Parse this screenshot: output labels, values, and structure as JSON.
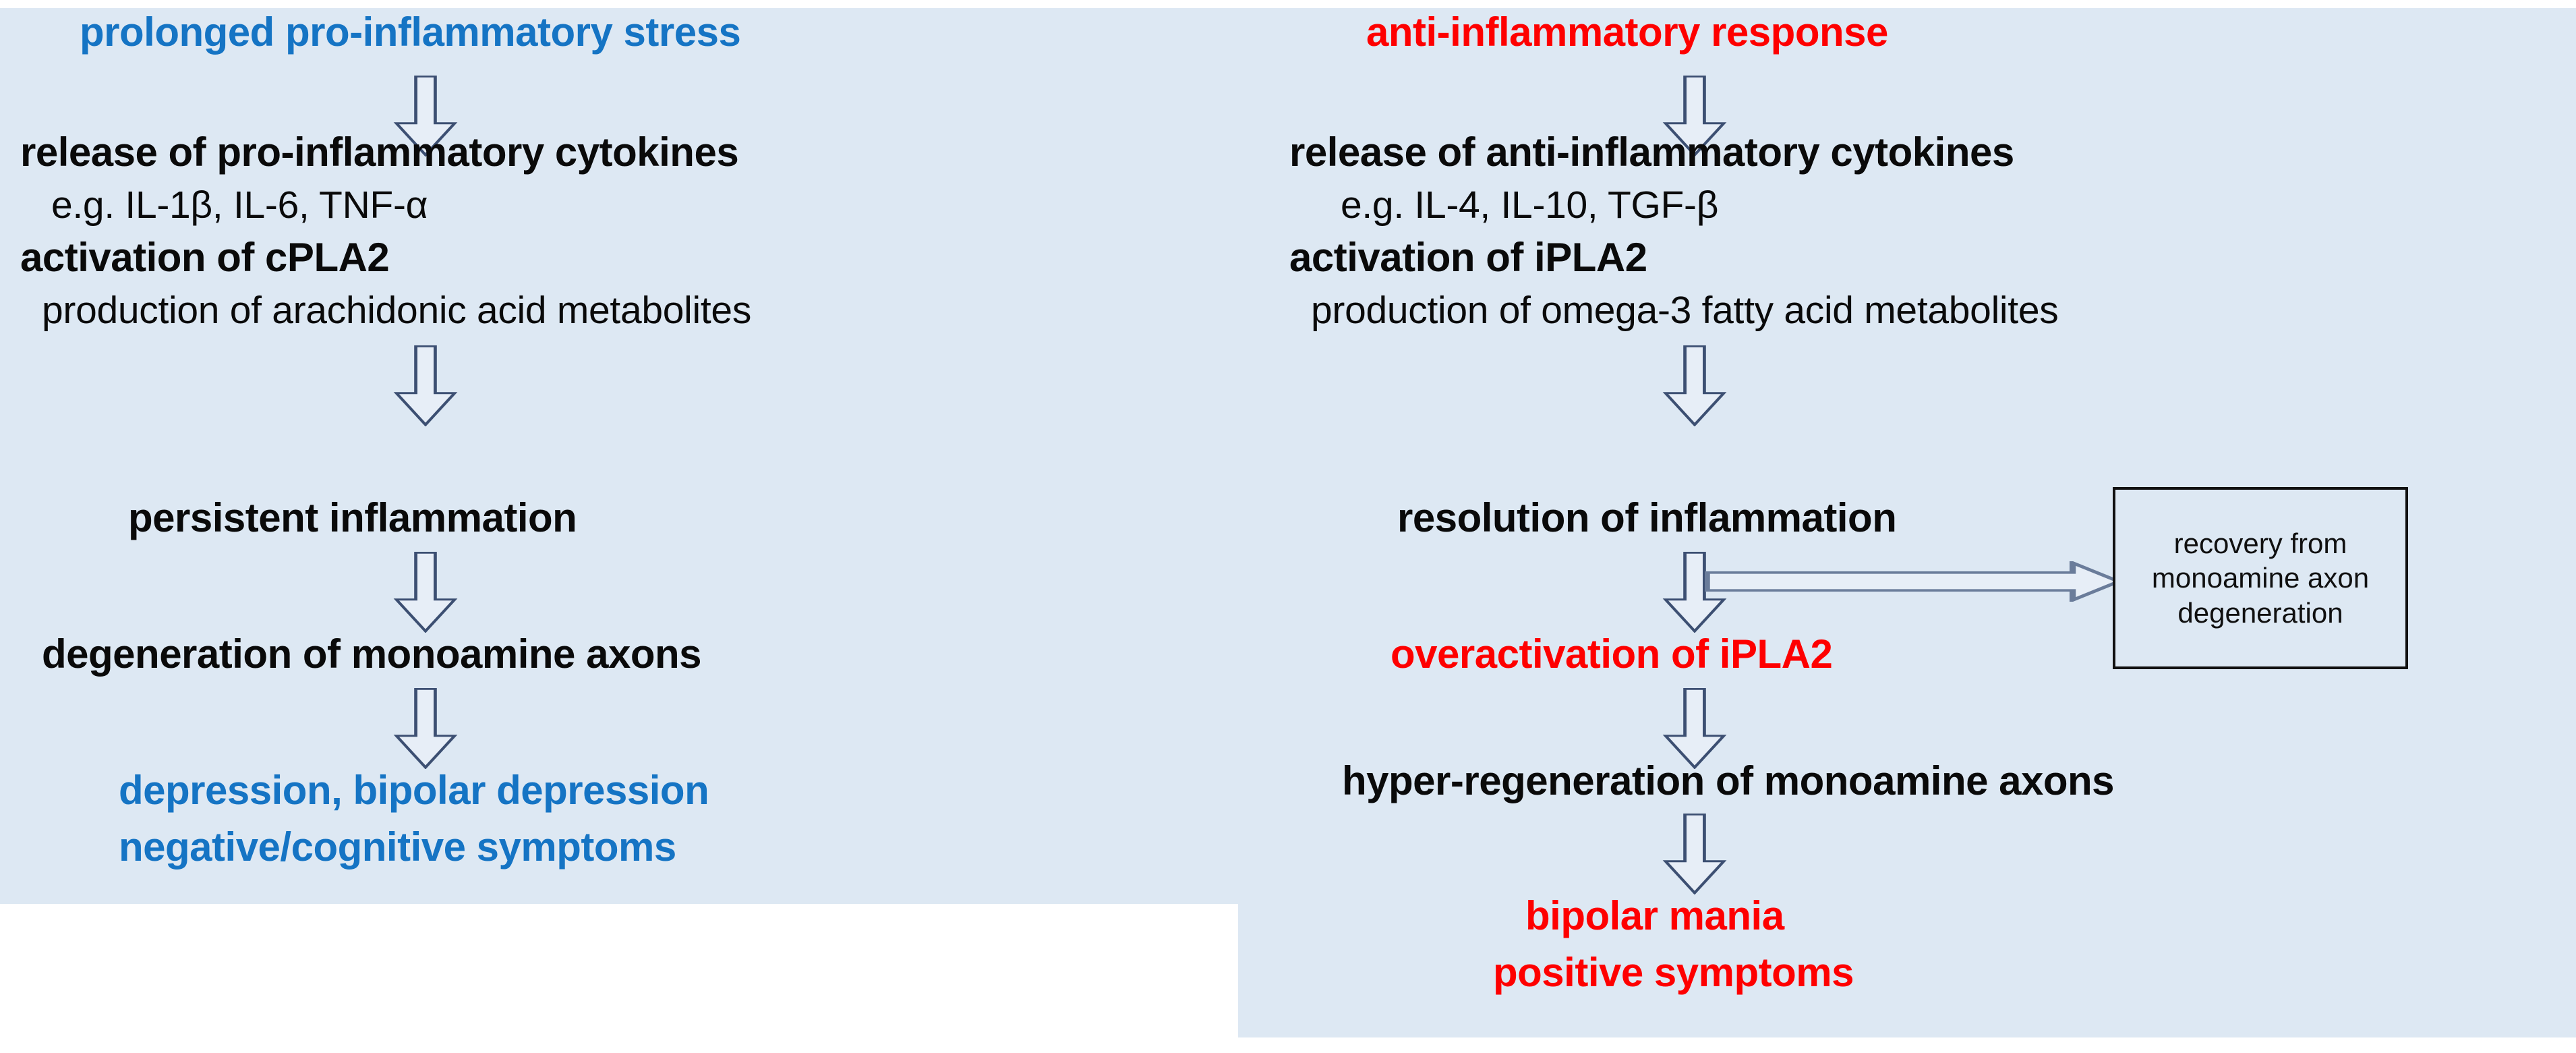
{
  "figure": {
    "title": "Inflammation pathways in depression, bipolar depression and mania",
    "background_color": "#dde8f3",
    "accent_blue": "#1574c4",
    "accent_red": "#fe0000",
    "text_black": "#0a0a0a",
    "arrow_stroke": "#3c4f72",
    "arrow_fill": "#e7eef7"
  },
  "left_column": {
    "name": "pro-inflammatory-pathway",
    "steps": [
      {
        "id": "l1",
        "text": "prolonged pro-inflammatory stress",
        "color": "blue",
        "weight": "bold"
      },
      {
        "id": "l2",
        "text": "release of pro-inflammatory cytokines",
        "color": "black",
        "weight": "bold"
      },
      {
        "id": "l3",
        "text": "e.g. IL-1β, IL-6, TNF-α",
        "color": "black",
        "weight": "normal"
      },
      {
        "id": "l4",
        "text": "activation of cPLA2",
        "color": "black",
        "weight": "bold"
      },
      {
        "id": "l5",
        "text": "production of arachidonic acid metabolites",
        "color": "black",
        "weight": "normal"
      },
      {
        "id": "l6",
        "text": "persistent inflammation",
        "color": "black",
        "weight": "bold"
      },
      {
        "id": "l7",
        "text": "degeneration of monoamine axons",
        "color": "black",
        "weight": "bold"
      },
      {
        "id": "l8",
        "text": "depression, bipolar depression",
        "color": "blue",
        "weight": "bold"
      },
      {
        "id": "l9",
        "text": "negative/cognitive symptoms",
        "color": "blue",
        "weight": "bold"
      }
    ]
  },
  "right_column": {
    "name": "anti-inflammatory-pathway",
    "steps": [
      {
        "id": "r1",
        "text": "anti-inflammatory response",
        "color": "red",
        "weight": "bold"
      },
      {
        "id": "r2",
        "text": "release of anti-inflammatory cytokines",
        "color": "black",
        "weight": "bold"
      },
      {
        "id": "r3",
        "text": "e.g. IL-4, IL-10, TGF-β",
        "color": "black",
        "weight": "normal"
      },
      {
        "id": "r4",
        "text": "activation of iPLA2",
        "color": "black",
        "weight": "bold"
      },
      {
        "id": "r5",
        "text": "production of omega-3 fatty acid metabolites",
        "color": "black",
        "weight": "normal"
      },
      {
        "id": "r6",
        "text": "resolution of inflammation",
        "color": "black",
        "weight": "bold"
      },
      {
        "id": "r7",
        "text": "overactivation of iPLA2",
        "color": "red",
        "weight": "bold"
      },
      {
        "id": "r8",
        "text": "hyper-regeneration of  monoamine axons",
        "color": "black",
        "weight": "bold"
      },
      {
        "id": "r9",
        "text": "bipolar mania",
        "color": "red",
        "weight": "bold"
      },
      {
        "id": "r10",
        "text": "positive symptoms",
        "color": "red",
        "weight": "bold"
      }
    ]
  },
  "recovery_box": {
    "name": "recovery-callout",
    "lines": [
      "recovery from",
      "monoamine axon",
      "degeneration"
    ]
  }
}
